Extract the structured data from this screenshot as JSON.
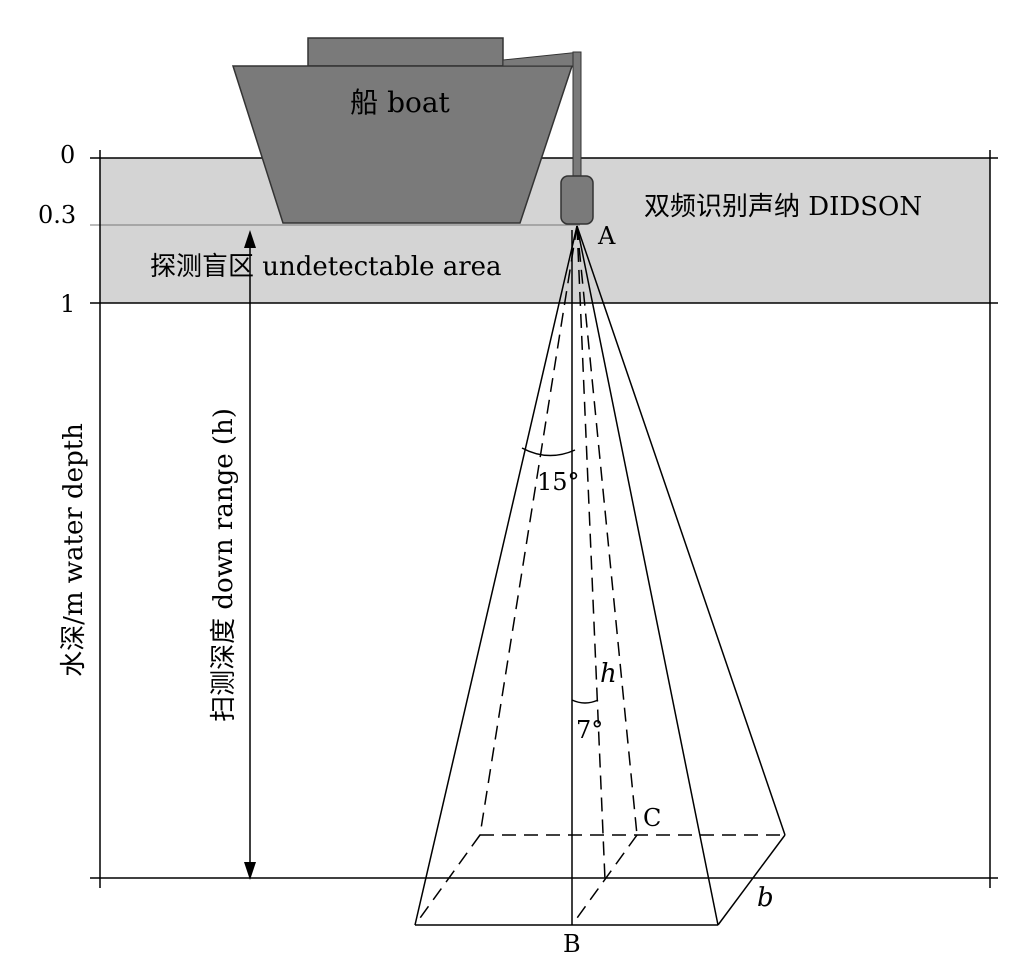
{
  "boat": {
    "label": "船 boat"
  },
  "sonar": {
    "label": "双频识别声纳 DIDSON"
  },
  "blind_zone": {
    "label": "探测盲区 undetectable area"
  },
  "depth_ticks": [
    "0",
    "0.3",
    "1"
  ],
  "axis_labels": {
    "water_depth": "水深/m water depth",
    "down_range": "扫测深度 down range (h)"
  },
  "points": {
    "a": "A",
    "b": "B",
    "c": "C"
  },
  "dims": {
    "h": "h",
    "b": "b"
  },
  "angles": {
    "vertical": "15°",
    "horizontal": "7°"
  },
  "colors": {
    "water_band": "#d4d4d4",
    "boat_fill": "#7a7a7a",
    "boat_stroke": "#333333",
    "line": "#000000"
  }
}
